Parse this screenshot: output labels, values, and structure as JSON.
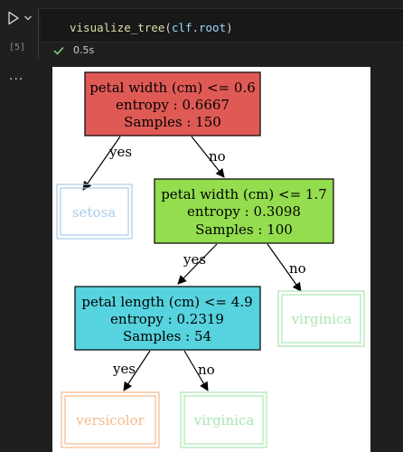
{
  "cell": {
    "exec_count": "[5]",
    "code": {
      "func": "visualize_tree",
      "open": "(",
      "arg": "clf",
      "dot": ".",
      "attr": "root",
      "close": ")"
    },
    "status_time": "0.5s",
    "output_more": "..."
  },
  "icons": {
    "run": "play-icon",
    "dropdown": "chevron-down-icon",
    "status": "check-icon"
  },
  "tree": {
    "root": {
      "lines": [
        "petal width (cm) <= 0.6",
        "entropy : 0.6667",
        "Samples : 150"
      ],
      "fill": "#e05a55"
    },
    "n2": {
      "lines": [
        "petal width (cm) <= 1.7",
        "entropy : 0.3098",
        "Samples : 100"
      ],
      "fill": "#93dd4e"
    },
    "n3": {
      "lines": [
        "petal length (cm) <= 4.9",
        "entropy : 0.2319",
        "Samples : 54"
      ],
      "fill": "#56d3de"
    },
    "leaves": {
      "setosa": {
        "label": "setosa",
        "color": "#a9cdea"
      },
      "virginica1": {
        "label": "virginica",
        "color": "#a9e6b0"
      },
      "versicolor": {
        "label": "versicolor",
        "color": "#f6b98d"
      },
      "virginica2": {
        "label": "virginica",
        "color": "#a9e6b0"
      }
    },
    "edges": {
      "root_yes": "yes",
      "root_no": "no",
      "n2_yes": "yes",
      "n2_no": "no",
      "n3_yes": "yes",
      "n3_no": "no"
    }
  }
}
